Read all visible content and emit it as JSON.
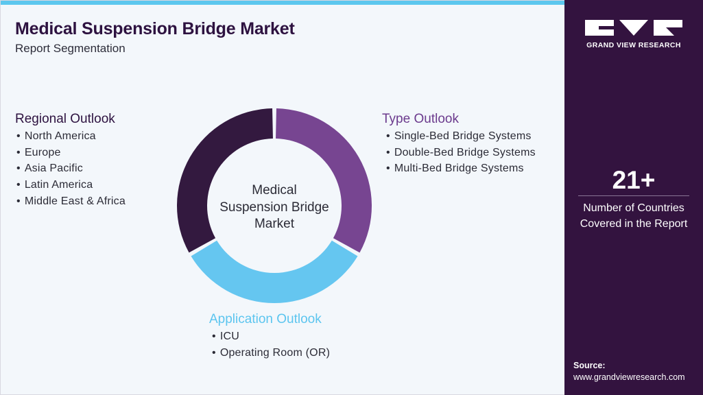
{
  "header": {
    "title": "Medical Suspension Bridge Market",
    "subtitle": "Report Segmentation"
  },
  "center_label": "Medical Suspension Bridge Market",
  "segments": [
    {
      "title": "Regional Outlook",
      "color": "#2d1240",
      "items": [
        "North America",
        "Europe",
        "Asia Pacific",
        "Latin America",
        "Middle East & Africa"
      ]
    },
    {
      "title": "Type Outlook",
      "color": "#6b3a8d",
      "items": [
        "Single-Bed Bridge Systems",
        "Double-Bed Bridge Systems",
        "Multi-Bed Bridge Systems"
      ]
    },
    {
      "title": "Application Outlook",
      "color": "#5cc5ef",
      "items": [
        "ICU",
        "Operating Room (OR)"
      ]
    }
  ],
  "donut": {
    "colors": {
      "regional": "#33193f",
      "type": "#774591",
      "application": "#65c6f0"
    }
  },
  "brand": {
    "name": "GRAND VIEW RESEARCH",
    "logo_icon": "gvr-logo-icon"
  },
  "stat": {
    "number": "21+",
    "label_line1": "Number of Countries",
    "label_line2": "Covered in the Report"
  },
  "source": {
    "label": "Source:",
    "url": "www.grandviewresearch.com"
  },
  "colors": {
    "sidebar": "#33133f",
    "accent_line": "#5cc7ee",
    "title": "#2d1240"
  }
}
